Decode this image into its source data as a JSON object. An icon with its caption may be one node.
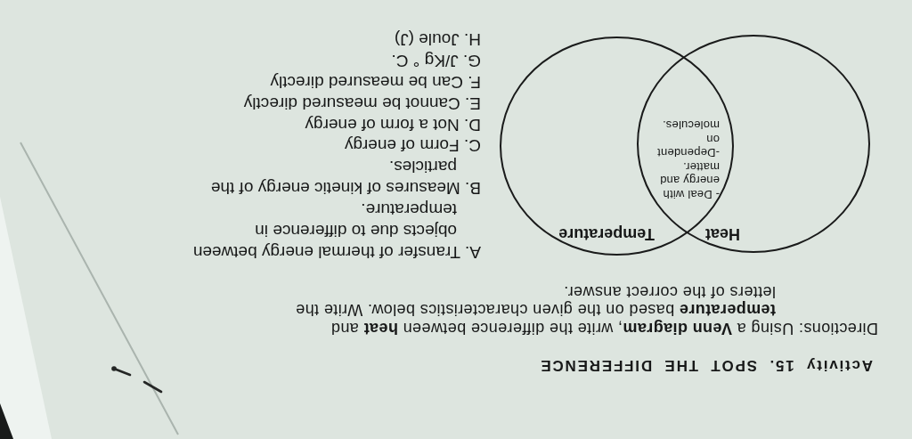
{
  "diagram": {
    "title": "Activity 15. SPOT THE DIFFERENCE",
    "nodes": [
      {
        "text": [
          "Heat"
        ]
      },
      {
        "text": [
          "Temperature"
        ]
      },
      {
        "text": [
          "- Deal with energy and matter.",
          "-Dependent on molecules."
        ]
      }
    ],
    "labels": [
      "Directions: Using a **Venn diagram**, write the difference between **heat** and **temperature** based on the given characteristics below. Write the letters of the correct answer.",
      "A. Transfer of thermal energy between objects due to difference in temperature.",
      "B. Measures of kinetic energy of the particles.",
      "C. Form of energy",
      "D. Not a form of energy",
      "E. Cannot be measured directly",
      "F. Can be measured directly",
      "G. J/Kg ° C.",
      "H. Joule (J)"
    ]
  }
}
